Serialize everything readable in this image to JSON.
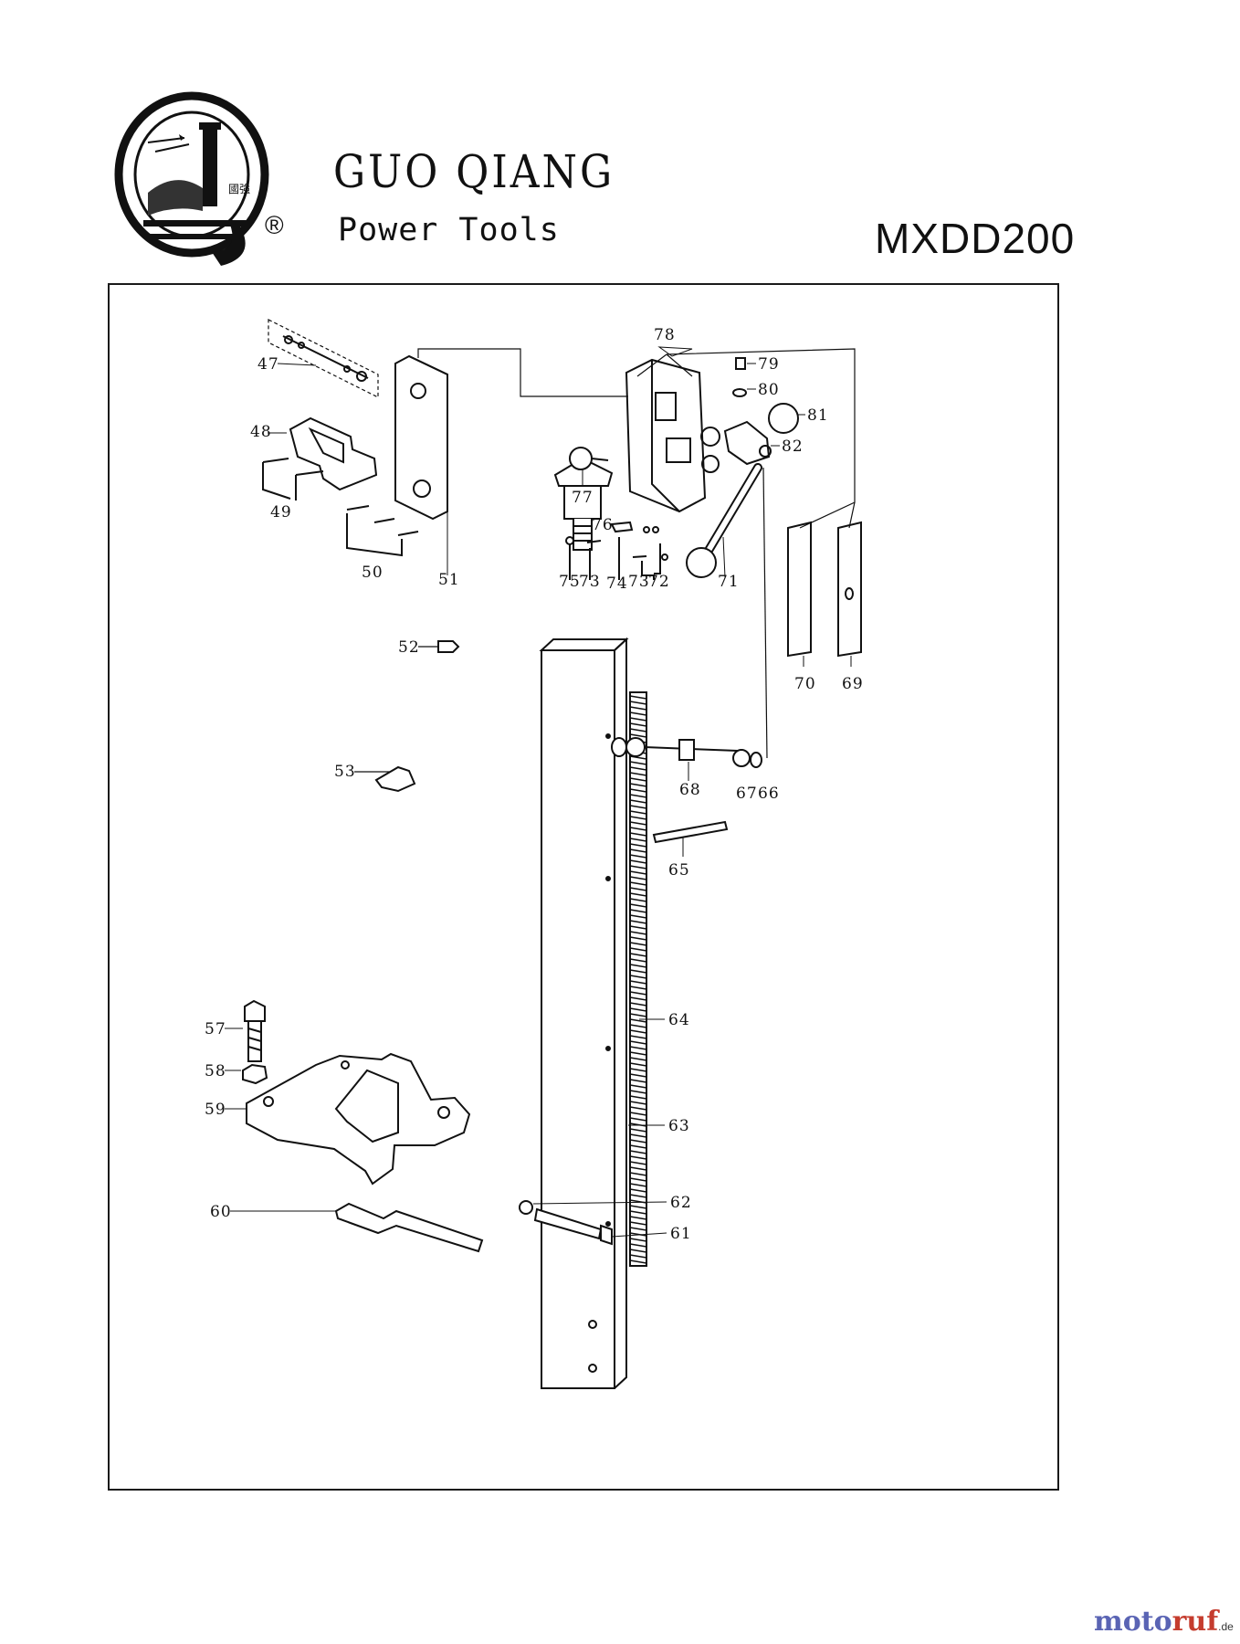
{
  "header": {
    "brand_name": "GUO QIANG",
    "brand_subtitle": "Power Tools",
    "registered_mark": "®",
    "model": "MXDD200",
    "logo_icon": "guo-qiang-q-emblem-icon",
    "logo_text": "Q 國強"
  },
  "diagram": {
    "callouts": [
      {
        "id": "47",
        "label": "47"
      },
      {
        "id": "48",
        "label": "48"
      },
      {
        "id": "49",
        "label": "49"
      },
      {
        "id": "50",
        "label": "50"
      },
      {
        "id": "51",
        "label": "51"
      },
      {
        "id": "52",
        "label": "52"
      },
      {
        "id": "53",
        "label": "53"
      },
      {
        "id": "57",
        "label": "57"
      },
      {
        "id": "58",
        "label": "58"
      },
      {
        "id": "59",
        "label": "59"
      },
      {
        "id": "60",
        "label": "60"
      },
      {
        "id": "61",
        "label": "61"
      },
      {
        "id": "62",
        "label": "62"
      },
      {
        "id": "63",
        "label": "63"
      },
      {
        "id": "64",
        "label": "64"
      },
      {
        "id": "65",
        "label": "65"
      },
      {
        "id": "66",
        "label": "66"
      },
      {
        "id": "67",
        "label": "67"
      },
      {
        "id": "68",
        "label": "68"
      },
      {
        "id": "69",
        "label": "69"
      },
      {
        "id": "70",
        "label": "70"
      },
      {
        "id": "71",
        "label": "71"
      },
      {
        "id": "72",
        "label": "72"
      },
      {
        "id": "73a",
        "label": "73"
      },
      {
        "id": "73b",
        "label": "73"
      },
      {
        "id": "74",
        "label": "74"
      },
      {
        "id": "75",
        "label": "75"
      },
      {
        "id": "76",
        "label": "76"
      },
      {
        "id": "77",
        "label": "77"
      },
      {
        "id": "78",
        "label": "78"
      },
      {
        "id": "79",
        "label": "79"
      },
      {
        "id": "80",
        "label": "80"
      },
      {
        "id": "81",
        "label": "81"
      },
      {
        "id": "82",
        "label": "82"
      }
    ]
  },
  "watermark": {
    "part1": "moto",
    "part2": "ruf",
    "part3": ".de"
  }
}
